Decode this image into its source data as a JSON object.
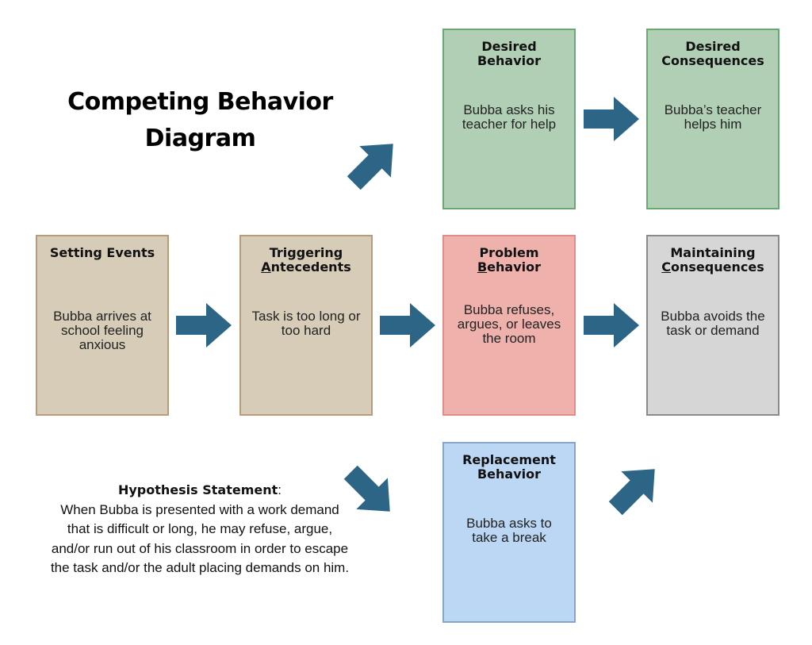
{
  "title": {
    "line1": "Competing Behavior",
    "line2": "Diagram"
  },
  "boxes": {
    "setting_events": {
      "heading": "Setting Events",
      "body": "Bubba arrives at school feeling anxious",
      "color": "#d6ccb8"
    },
    "triggering_antecedents": {
      "heading_first": "A",
      "heading_line1": "Triggering",
      "heading_rest": "ntecedents",
      "body": "Task is too long or too hard",
      "color": "#d6ccb8"
    },
    "problem_behavior": {
      "heading_line1": "Problem",
      "heading_first": "B",
      "heading_rest": "ehavior",
      "body": "Bubba refuses, argues, or leaves the room",
      "color": "#eeb1ac"
    },
    "maintaining_consequences": {
      "heading_line1": "Maintaining",
      "heading_first": "C",
      "heading_rest": "onsequences",
      "body": "Bubba avoids the task or demand",
      "color": "#d6d6d6"
    },
    "desired_behavior": {
      "heading_line1": "Desired",
      "heading_line2": "Behavior",
      "body": "Bubba asks his teacher for help",
      "color": "#b1cfb4"
    },
    "desired_consequences": {
      "heading_line1": "Desired",
      "heading_line2": "Consequences",
      "body": "Bubba’s teacher helps him",
      "color": "#b1cfb4"
    },
    "replacement_behavior": {
      "heading_line1": "Replacement",
      "heading_line2": "Behavior",
      "body": "Bubba asks to take a break",
      "color": "#bcd7f3"
    }
  },
  "arrows": [
    {
      "from": "setting_events",
      "to": "triggering_antecedents",
      "direction": "right"
    },
    {
      "from": "triggering_antecedents",
      "to": "problem_behavior",
      "direction": "right"
    },
    {
      "from": "problem_behavior",
      "to": "maintaining_consequences",
      "direction": "right"
    },
    {
      "from": "triggering_antecedents",
      "to": "desired_behavior",
      "direction": "up-right"
    },
    {
      "from": "desired_behavior",
      "to": "desired_consequences",
      "direction": "right"
    },
    {
      "from": "triggering_antecedents",
      "to": "replacement_behavior",
      "direction": "down-right"
    },
    {
      "from": "replacement_behavior",
      "to": "maintaining_consequences",
      "direction": "up-right"
    }
  ],
  "arrow_color": "#2d6586",
  "hypothesis": {
    "label": "Hypothesis Statement",
    "colon": ":",
    "text": "When Bubba is presented with a work demand that is difficult or long, he may refuse, argue, and/or run out of his classroom in order to escape the task and/or the adult placing demands on him."
  }
}
